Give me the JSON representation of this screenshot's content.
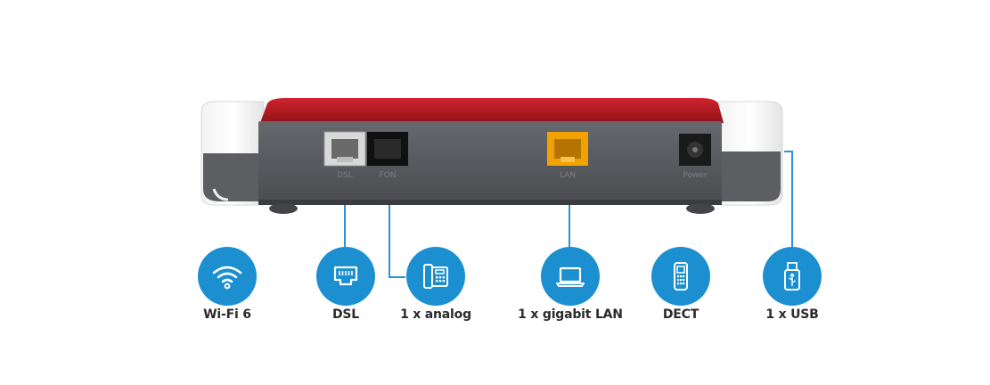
{
  "router": {
    "port_labels": [
      "DSL",
      "FON",
      "LAN",
      "Power"
    ]
  },
  "features": [
    {
      "icon": "wifi-icon",
      "label": "Wi-Fi 6"
    },
    {
      "icon": "dsl-port-icon",
      "label": "DSL"
    },
    {
      "icon": "analog-phone-icon",
      "label": "1 x analog"
    },
    {
      "icon": "laptop-icon",
      "label": "1 x gigabit LAN"
    },
    {
      "icon": "dect-handset-icon",
      "label": "DECT"
    },
    {
      "icon": "usb-stick-icon",
      "label": "1 x USB"
    }
  ],
  "colors": {
    "accent": "#1b8fd0",
    "router_red": "#b81b24",
    "router_body": "#55575c",
    "lan_port": "#f2a200"
  }
}
